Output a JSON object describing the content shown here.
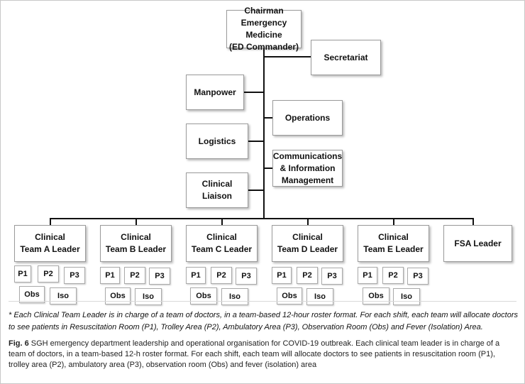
{
  "chart": {
    "chairman": [
      "Chairman",
      "Emergency Medicine",
      "(ED Commander)"
    ],
    "secretariat": "Secretariat",
    "manpower": "Manpower",
    "operations": "Operations",
    "logistics": "Logistics",
    "communications": [
      "Communications",
      "& Information",
      "Management"
    ],
    "clinical_liaison": "Clinical Liaison",
    "teams": [
      {
        "title": [
          "Clinical",
          "Team A Leader"
        ]
      },
      {
        "title": [
          "Clinical",
          "Team B Leader"
        ]
      },
      {
        "title": [
          "Clinical",
          "Team C Leader"
        ]
      },
      {
        "title": [
          "Clinical",
          "Team D Leader"
        ]
      },
      {
        "title": [
          "Clinical",
          "Team E Leader"
        ]
      }
    ],
    "fsa_leader": "FSA Leader",
    "areas": {
      "p1": "P1",
      "p2": "P2",
      "p3": "P3",
      "obs": "Obs",
      "iso": "Iso"
    }
  },
  "note": "* Each Clinical Team Leader is in charge of a team of doctors, in a team-based 12-hour roster format. For each shift, each team will allocate doctors to see patients in Resuscitation Room (P1), Trolley Area (P2), Ambulatory Area (P3), Observation Room (Obs) and Fever (Isolation) Area.",
  "caption": {
    "label": "Fig. 6",
    "text": " SGH emergency department leadership and operational organisation for COVID-19 outbreak. Each clinical team leader is in charge of a team of doctors, in a team-based 12-h roster format. For each shift, each team will allocate doctors to see patients in resuscitation room (P1), trolley area (P2), ambulatory area (P3), observation room (Obs) and fever (isolation) area"
  }
}
